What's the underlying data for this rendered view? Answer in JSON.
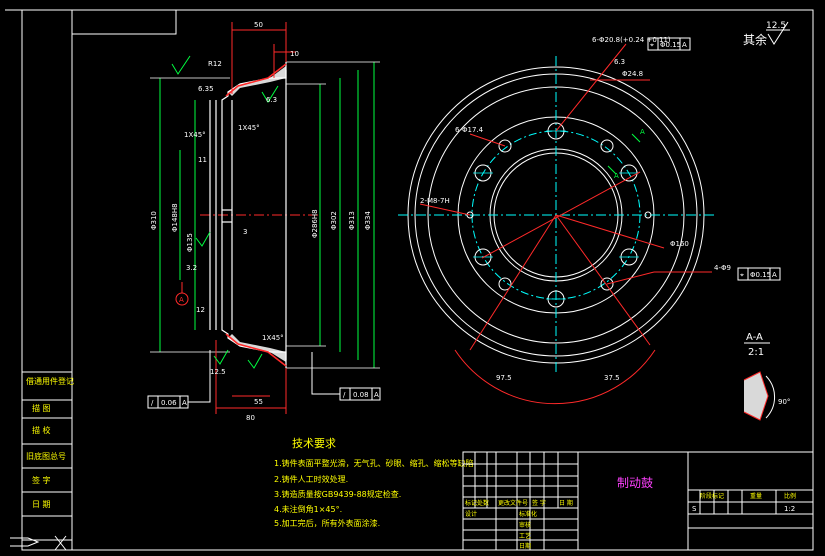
{
  "drawing": {
    "title": "制动鼓",
    "part_name": "制动鼓",
    "scale": "1:2",
    "sheet_index": "S"
  },
  "roughness": {
    "general_label": "其余",
    "general_value": "12.5",
    "small_value": "6.3"
  },
  "tech_requirements": {
    "heading": "技术要求",
    "items": [
      "1.铸件表面平整光滑，无气孔、砂眼、缩孔、缩松等缺陷.",
      "2.铸件人工时效处理.",
      "3.铸造质量按GB9439-88规定检查.",
      "4.未注倒角1×45°.",
      "5.加工完后，所有外表面涂漆."
    ]
  },
  "left_view": {
    "dims": {
      "top_width": "50",
      "top_small": "10",
      "r12": "R12",
      "c1": "1X45°",
      "c2": "1X45°",
      "c3": "1X45°",
      "d310": "Φ310",
      "d302": "Φ302",
      "d313": "Φ313",
      "d286": "Φ286H8",
      "d334": "Φ334",
      "d148": "Φ148H8",
      "d135": "Φ135",
      "dim11": "11",
      "dim3": "3",
      "dim32": "3.2",
      "dim55": "55",
      "dim80": "80",
      "dim12": "12",
      "dim125": "12.5",
      "dim635": "6.35"
    },
    "datum_a": "A",
    "tol_frame_1": {
      "symbol": "/",
      "value": "0.06",
      "datum": "A"
    },
    "tol_frame_2": {
      "symbol": "/",
      "value": "0.08",
      "datum": "A"
    }
  },
  "front_view": {
    "note_holes_top": "6-Φ20.8(+0.24 +0.11)",
    "tol_top": {
      "symbol": "⌖",
      "value": "Φ0.15",
      "datum": "A"
    },
    "d_pitch": "Φ24.8",
    "holes_6": "6-Φ17.4",
    "holes_2": "2-M8-7H",
    "holes_4": "4-Φ9",
    "tol_bottom": {
      "symbol": "⌖",
      "value": "Φ0.15",
      "datum": "A"
    },
    "d160": "Φ160",
    "angle_left": "97.5",
    "angle_right": "37.5",
    "section_marker": "A",
    "ra_top": "6.3"
  },
  "section_view": {
    "label": "A-A",
    "scale": "2:1",
    "angle": "90°"
  },
  "left_table": {
    "rows": [
      "借通用件登记",
      "描 图",
      "描 校",
      "旧底图总号",
      "签 字",
      "日 期"
    ]
  },
  "title_block": {
    "labels_row": [
      "标记",
      "处数",
      "更改文件号",
      "签 字",
      "日 期"
    ],
    "roles": [
      "设计",
      "标准化",
      "审核",
      "工艺",
      "日期"
    ],
    "right_headers": [
      "阶段标记",
      "重量",
      "比例"
    ]
  }
}
